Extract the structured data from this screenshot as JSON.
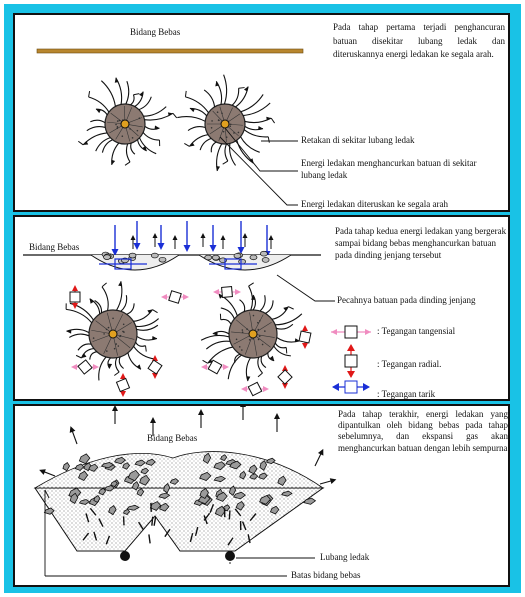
{
  "panel1": {
    "free_surface_label": "Bidang Bebas",
    "description": "Pada tahap pertama terjadi penghancuran batuan disekitar lubang ledak dan diteruskannya energi ledakan ke segala arah.",
    "callouts": [
      "Retakan di sekitar lubang ledak",
      "Energi ledakan menghancurkan batuan di sekitar lubang ledak",
      "Energi ledakan diteruskan ke segala arah"
    ]
  },
  "panel2": {
    "free_surface_label": "Bidang Bebas",
    "description": "Pada tahap kedua energi ledakan yang bergerak sampai bidang bebas menghancurkan batuan pada dinding jenjang tersebut",
    "callout": "Pecahnya batuan pada dinding jenjang",
    "legend": [
      {
        "symbol": "tangential-stress-icon",
        "label": ": Tegangan tangensial"
      },
      {
        "symbol": "radial-stress-icon",
        "label": ": Tegangan radial."
      },
      {
        "symbol": "tensile-stress-icon",
        "label": ": Tegangan tarik"
      }
    ]
  },
  "panel3": {
    "free_surface_label": "Bidang Bebas",
    "description": "Pada tahap terakhir, energi ledakan yang dipantulkan oleh bidang bebas pada tahap sebelumnya, dan ekspansi gas akan menghancurkan batuan dengan lebih sempurna",
    "callouts": [
      "Lubang ledak",
      "Batas bidang bebas"
    ]
  },
  "colors": {
    "frame": "#19c2e6",
    "surface_bar": "#b8862e",
    "crushed_zone": "#8c7a72",
    "blue_arrow": "#1a2fd6",
    "red_arrow": "#e01818",
    "pink_arrow": "#f08cc0",
    "charge": "#e0a020"
  }
}
